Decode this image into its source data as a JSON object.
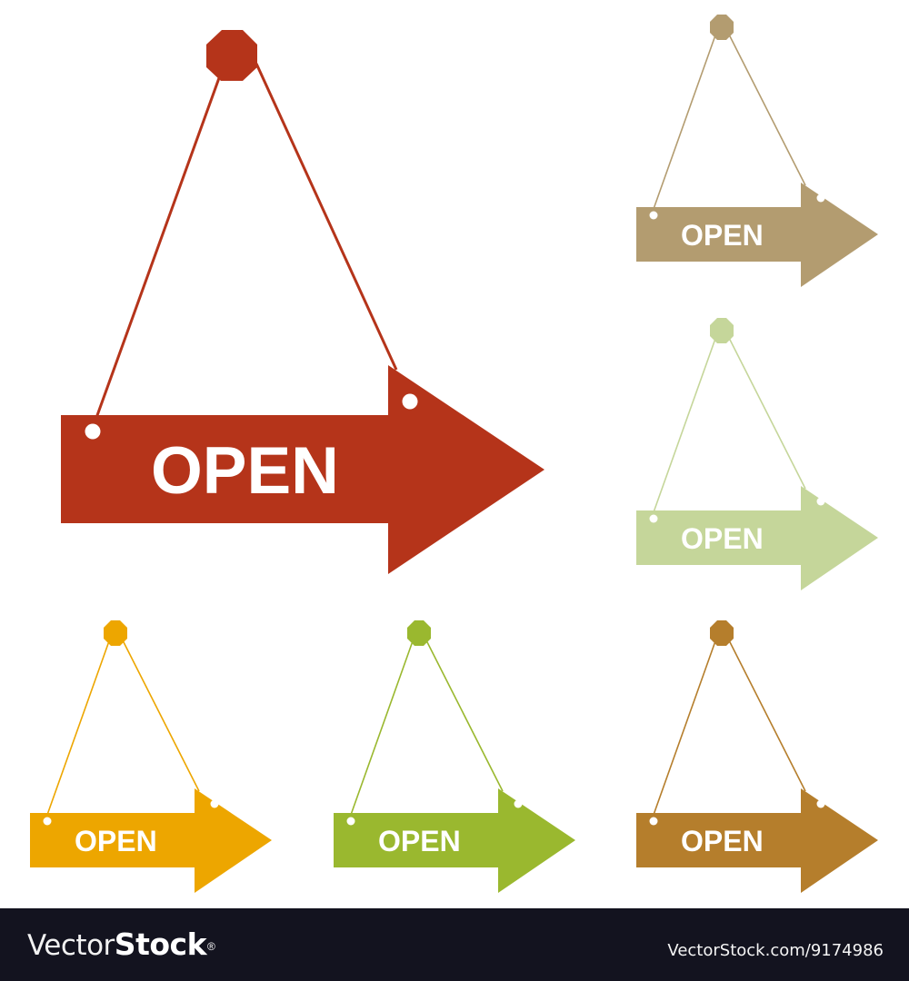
{
  "signs": [
    {
      "id": "large",
      "label": "OPEN",
      "color": "#B5341A",
      "size": "large"
    },
    {
      "id": "tan",
      "label": "OPEN",
      "color": "#B39C70",
      "size": "small"
    },
    {
      "id": "pale-green",
      "label": "OPEN",
      "color": "#C5D69A",
      "size": "small"
    },
    {
      "id": "orange",
      "label": "OPEN",
      "color": "#EDA600",
      "size": "small"
    },
    {
      "id": "green",
      "label": "OPEN",
      "color": "#9AB82F",
      "size": "small"
    },
    {
      "id": "brown",
      "label": "OPEN",
      "color": "#B57E2C",
      "size": "small"
    }
  ],
  "footer": {
    "logo_light": "Vector",
    "logo_bold": "Stock",
    "logo_mark": "®",
    "image_ref": "VectorStock.com/9174986",
    "background": "#13131F"
  }
}
